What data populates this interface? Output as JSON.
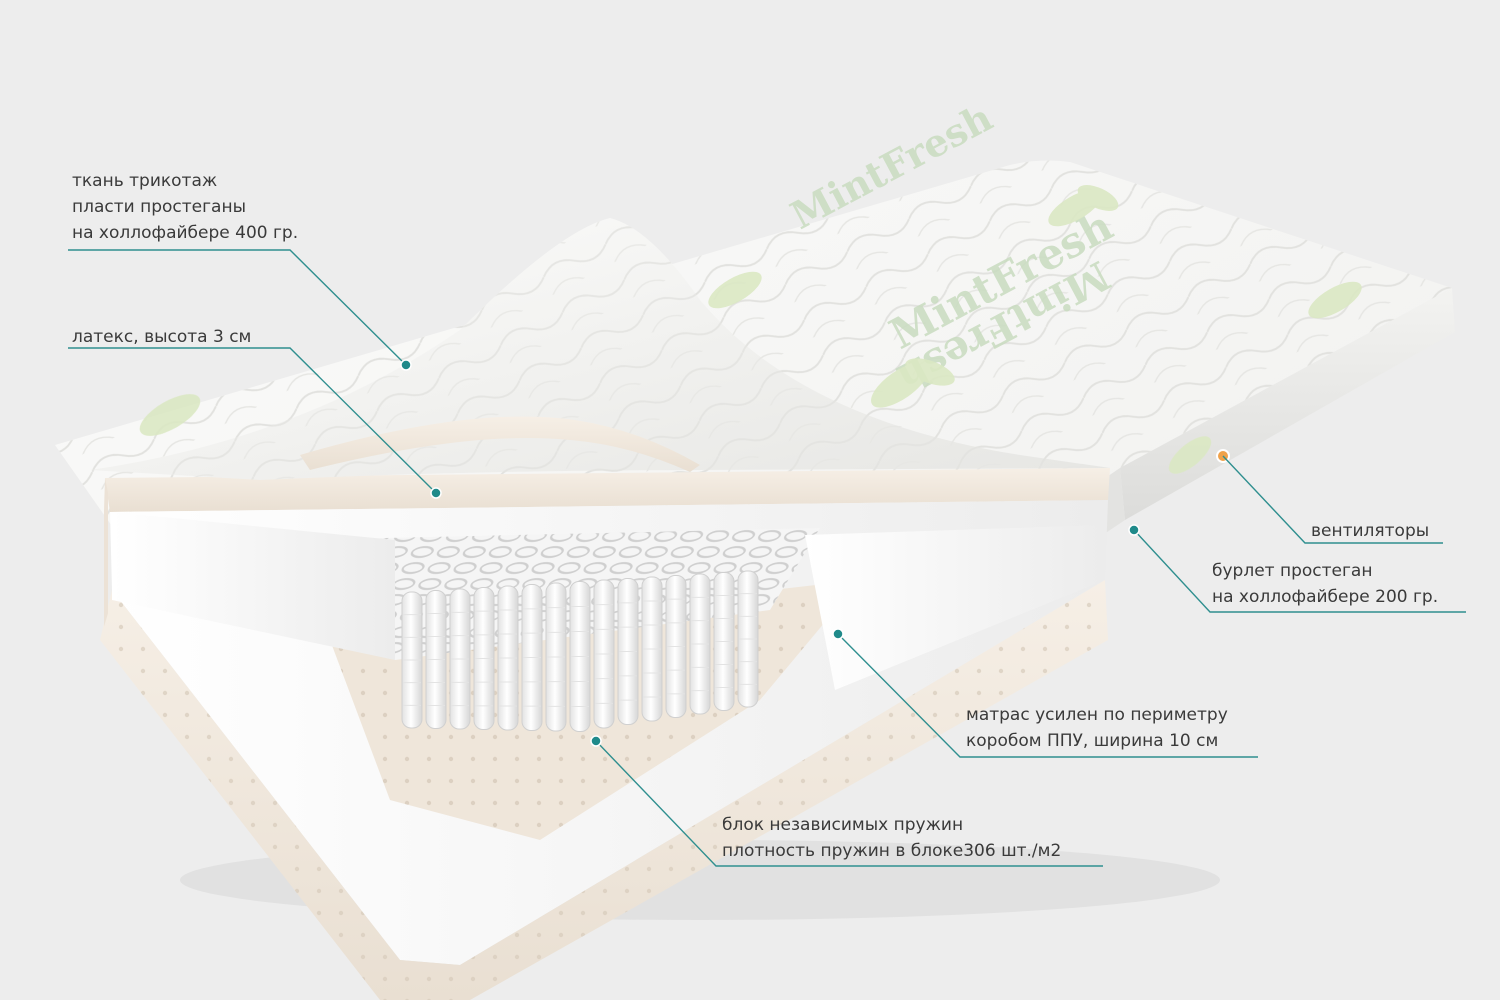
{
  "callouts": {
    "fabric": {
      "lines": [
        "ткань трикотаж",
        "пласти простеганы",
        "на холлофайбере 400 гр."
      ]
    },
    "latex": {
      "lines": [
        "латекс, высота 3 см"
      ]
    },
    "vents": {
      "lines": [
        "вентиляторы"
      ]
    },
    "burlet": {
      "lines": [
        "бурлет простеган",
        "на холлофайбере 200 гр."
      ]
    },
    "frame": {
      "lines": [
        "матрас усилен по периметру",
        "коробом ППУ, ширина 10 см"
      ]
    },
    "springs": {
      "lines": [
        "блок независимых пружин",
        "плотность пружин в блоке306 шт./м2"
      ]
    }
  },
  "brand_text": "MintFresh",
  "colors": {
    "leader_line": "#2f8f8f",
    "marker": "#1f8a8a",
    "text": "#3a3a3a",
    "background": "#ededed",
    "cover": "#f7f7f5",
    "latex": "#f1e9df",
    "leaf": "#dde9c6"
  }
}
